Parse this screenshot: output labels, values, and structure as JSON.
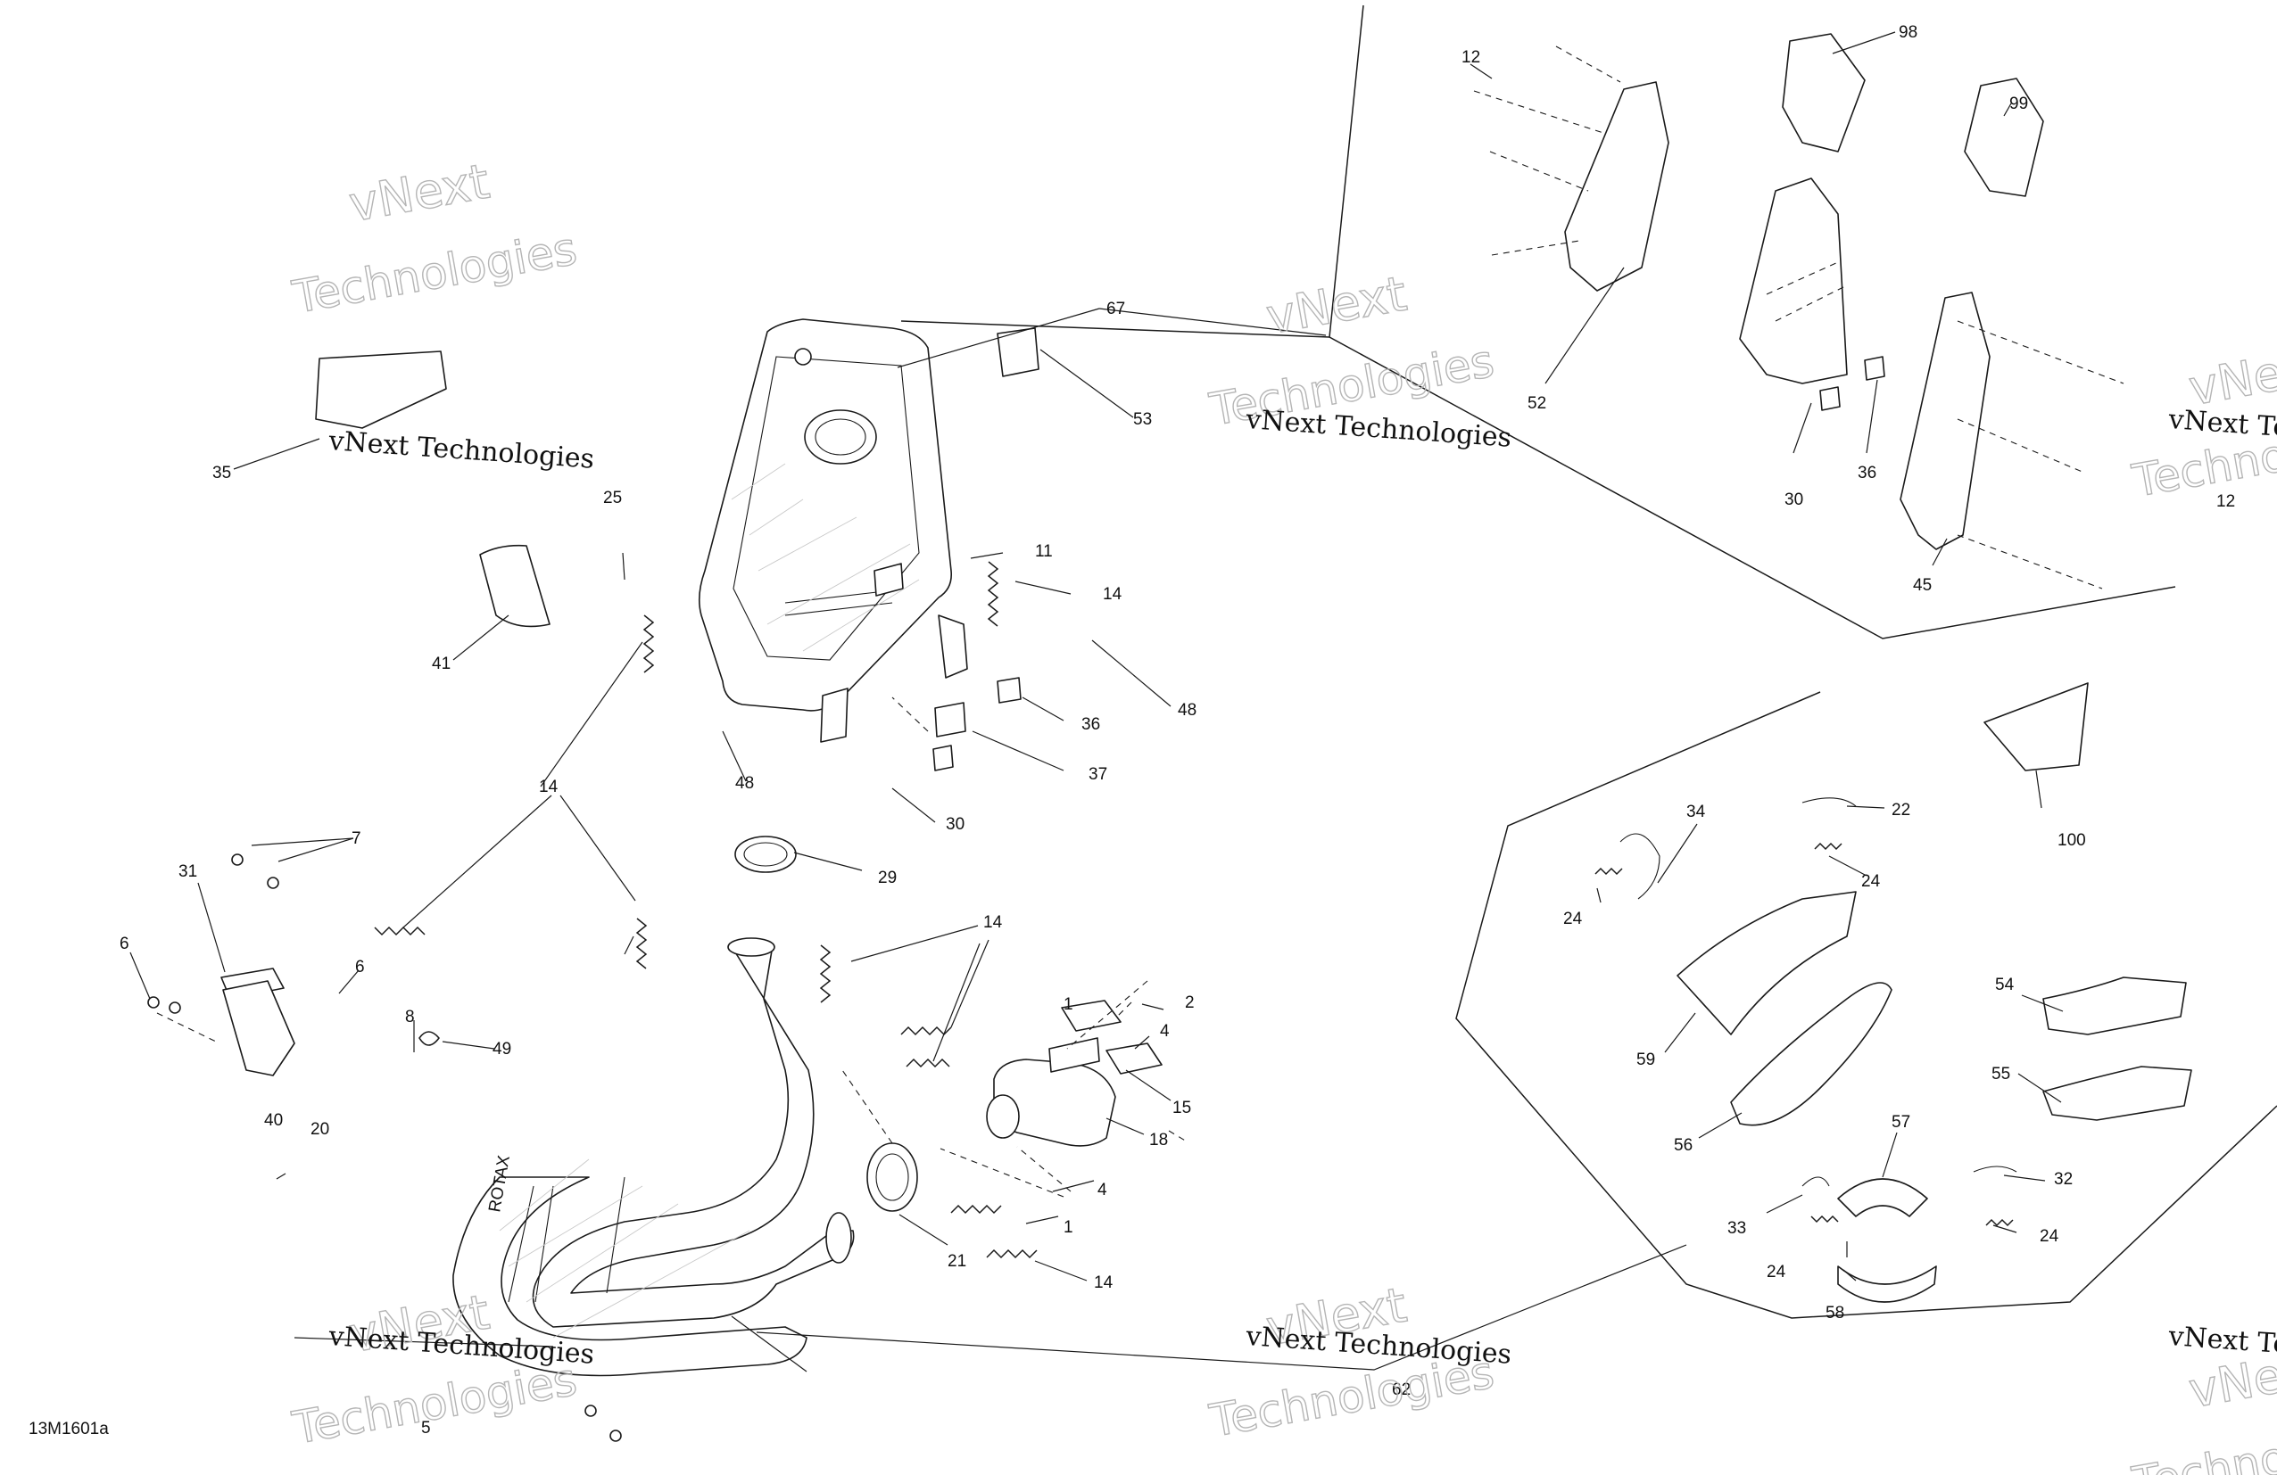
{
  "drawing_code": "13M1601a",
  "watermark": {
    "line1": "vNext Technologies",
    "line2": "vNext",
    "line3": "Technologies"
  },
  "callouts": {
    "c1": "1",
    "c2": "2",
    "c4a": "4",
    "c4b": "4",
    "c5": "5",
    "c6a": "6",
    "c6b": "6",
    "c7": "7",
    "c8": "8",
    "c11": "11",
    "c12a": "12",
    "c12b": "12",
    "c14a": "14",
    "c14b": "14",
    "c14c": "14",
    "c14d": "14",
    "c15": "15",
    "c18": "18",
    "c20": "20",
    "c21": "21",
    "c22": "22",
    "c24a": "24",
    "c24b": "24",
    "c24c": "24",
    "c24d": "24",
    "c25": "25",
    "c29": "29",
    "c30a": "30",
    "c30b": "30",
    "c31": "31",
    "c32": "32",
    "c33": "33",
    "c34": "34",
    "c35": "35",
    "c36a": "36",
    "c36b": "36",
    "c37": "37",
    "c40": "40",
    "c41": "41",
    "c45": "45",
    "c48a": "48",
    "c48b": "48",
    "c49": "49",
    "c52": "52",
    "c53": "53",
    "c54": "54",
    "c55": "55",
    "c56": "56",
    "c57": "57",
    "c58": "58",
    "c59": "59",
    "c62": "62",
    "c67": "67",
    "c98": "98",
    "c99": "99",
    "c100": "100"
  }
}
